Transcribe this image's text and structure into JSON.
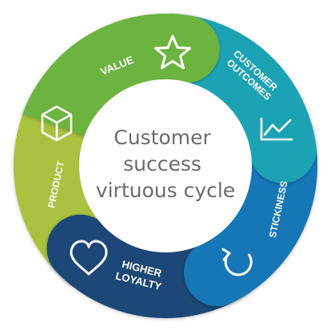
{
  "center": {
    "lines": [
      "Customer",
      "success",
      "virtuous cycle"
    ]
  },
  "segments": [
    {
      "key": "value",
      "label_lines": [
        "VALUE"
      ],
      "icon": "star-icon",
      "color": "#6cb33f"
    },
    {
      "key": "outcomes",
      "label_lines": [
        "CUSTOMER",
        "OUTCOMES"
      ],
      "icon": "line-chart-icon",
      "color": "#1ea3b3"
    },
    {
      "key": "stickiness",
      "label_lines": [
        "STICKINESS"
      ],
      "icon": "refresh-icon",
      "color": "#1576b6"
    },
    {
      "key": "loyalty",
      "label_lines": [
        "HIGHER",
        "LOYALTY"
      ],
      "icon": "heart-icon",
      "color": "#1d4676"
    },
    {
      "key": "product",
      "label_lines": [
        "PRODUCT"
      ],
      "icon": "cube-icon",
      "color": "#a9c23f"
    }
  ]
}
